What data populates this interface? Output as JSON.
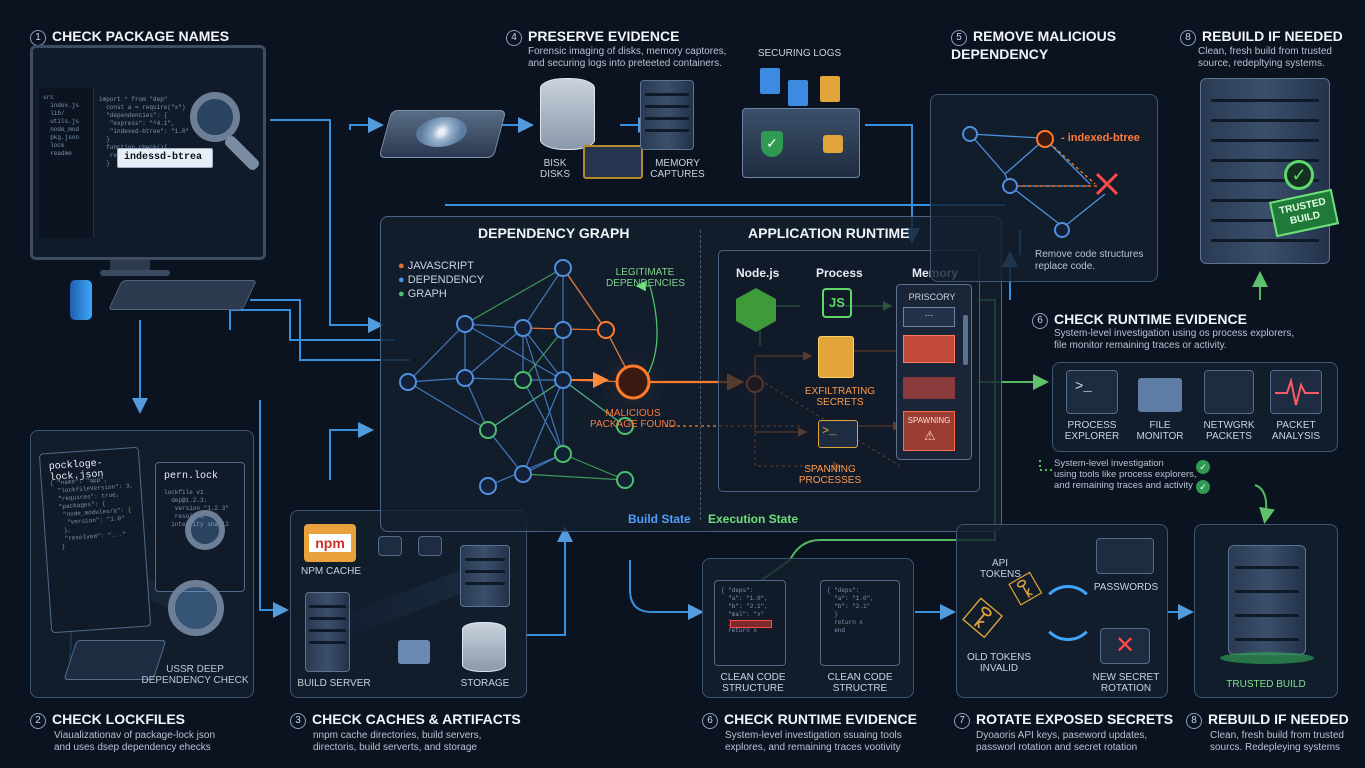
{
  "sections": {
    "s1": {
      "num": "1",
      "title": "CHECK PACKAGE NAMES",
      "search_text": "indessd-btrea"
    },
    "s2": {
      "num": "2",
      "title": "CHECK LOCKFILES",
      "desc": "Viaualizationav of package-lock json\nand uses dsep dependency ehecks",
      "file1": "pockloge-lock.json",
      "file2": "pern.lock",
      "caption": "USSR DEEP\nDEPENDENCY CHECK"
    },
    "s3": {
      "num": "3",
      "title": "CHECK CACHES & ARTIFACTS",
      "desc": "nnpm cache directories, build servers,\ndirectoris, build serverts, and storage",
      "npm_logo": "npm",
      "npm_cache": "NPM CACHE",
      "build_server": "BUILD SERVER",
      "storage": "STORAGE"
    },
    "s4": {
      "num": "4",
      "title": "PRESERVE EVIDENCE",
      "desc": "Forensic imaging of disks, memory captores,\nand securing logs into preteeted containers.",
      "disks": "BISK\nDISKS",
      "memory": "MEMORY\nCAPTURES",
      "logs": "SECURING LOGS"
    },
    "s5": {
      "num": "5",
      "title": "REMOVE MALICIOUS\nDEPENDENCY",
      "node_label": "- indexed-btree",
      "caption": "Remove code structures\nreplace code."
    },
    "s6top": {
      "num": "6",
      "title": "CHECK RUNTIME EVIDENCE",
      "desc": "System-level investigation using os process explorers,\nfile monitor remaining traces or activity.",
      "tools": [
        "PROCESS\nEXPLORER",
        "FILE\nMONITOR",
        "NETWGRK\nPACKETS",
        "PACKET\nANALYSIS"
      ],
      "note": "System-level investigation\nusing tools like process explorers,\nand remaining traces and activity"
    },
    "s6bottom": {
      "num": "6",
      "title": "CHECK RUNTIME EVIDENCE",
      "desc": "System-level investigation ssuaing tools\nexplores, and remaining traces vootivity",
      "clean1": "CLEAN CODE\nSTRUCTURE",
      "clean2": "CLEAN CODE\nSTRUCTRE"
    },
    "s7": {
      "num": "7",
      "title": "ROTATE EXPOSED SECRETS",
      "desc": "Dyoaoris API keys, paseword updates,\npassworl rotation and secret rotation",
      "api_tokens": "API\nTOKENS",
      "passwords": "PASSWORDS",
      "old_tokens": "OLD TOKENS\nINVALID",
      "new_secret": "NEW SECRET\nROTATION"
    },
    "s8top": {
      "num": "8",
      "title": "REBUILD IF NEEDED",
      "desc": "Clean, fresh build from trusted\nsource, redepltying systems.",
      "stamp": "TRUSTED\nBUILD"
    },
    "s8bottom": {
      "num": "8",
      "title": "REBUILD IF NEEDED",
      "desc": "Clean, fresh build from trusted\nsourcs. Redepleying systems",
      "caption": "TRUSTED BUILD"
    }
  },
  "center": {
    "graph_title": "DEPENDENCY GRAPH",
    "runtime_title": "APPLICATION RUNTIME",
    "legend": [
      {
        "label": "JAVASCRIPT",
        "color": "#e0703a"
      },
      {
        "label": "DEPENDENCY",
        "color": "#4f8fe0"
      },
      {
        "label": "GRAPH",
        "color": "#4cc06a"
      }
    ],
    "legit": "LEGITIMATE\nDEPENDENCIES",
    "malicious": "MALICIOUS\nPACKAGE FOUND",
    "col_node": "Node.js",
    "col_process": "Process",
    "col_memory": "Memory",
    "memory_panel": "PRISCORY",
    "memory_dots": "...",
    "exfil": "EXFILTRATING\nSECRETS",
    "spawning_box": "SPAWNING",
    "spawning": "SPANNING\nPROCESSES",
    "build_state": "Build State",
    "exec_state": "Execution State"
  },
  "colors": {
    "blue": "#3ea6ff",
    "orange": "#ff7a2a",
    "green": "#5fd86a",
    "red": "#ff4848",
    "bg": "#0b1220"
  },
  "icons": [
    "magnifier-icon",
    "monitor-icon",
    "disk-icon",
    "database-icon",
    "chip-icon",
    "server-icon",
    "shield-lock-icon",
    "nodejs-icon",
    "js-icon",
    "terminal-icon",
    "folder-icon",
    "network-icon",
    "waveform-icon",
    "key-icon",
    "refresh-icon",
    "check-icon",
    "warning-icon"
  ]
}
